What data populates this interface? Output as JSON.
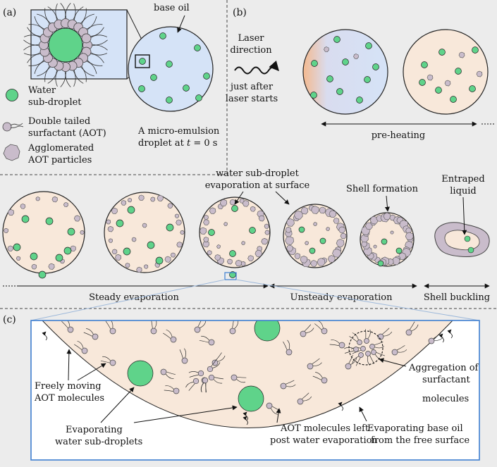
{
  "panels": {
    "a": "(a)",
    "b": "(b)",
    "c": "(c)"
  },
  "panel_a": {
    "base_oil": "base oil",
    "legend": [
      {
        "icon": "water-droplet-icon",
        "lines": [
          "Water",
          "sub-droplet"
        ]
      },
      {
        "icon": "surfactant-icon",
        "lines": [
          "Double tailed",
          "surfactant (AOT)"
        ]
      },
      {
        "icon": "agglomerate-icon",
        "lines": [
          "Agglomerated",
          "AOT particles"
        ]
      }
    ],
    "caption_line1": "A micro-emulsion",
    "caption_line2_prefix": "droplet at ",
    "caption_t": "t",
    "caption_line2_suffix": " = 0 s"
  },
  "panel_b": {
    "laser_line1": "Laser",
    "laser_line2": "direction",
    "just_after_line1": "just after",
    "just_after_line2": "laser starts",
    "preheating": "pre-heating"
  },
  "row2": {
    "water_evap_line1": "water sub-droplet",
    "water_evap_line2": "evaporation at surface",
    "shell_formation": "Shell formation",
    "entraped_line1": "Entraped",
    "entraped_line2": "liquid",
    "steady": "Steady evaporation",
    "unsteady": "Unsteady evaporation",
    "buckling": "Shell buckling"
  },
  "panel_c": {
    "freely_line1": "Freely moving",
    "freely_line2": "AOT molecules",
    "evap_water_line1": "Evaporating",
    "evap_water_line2": "water sub-droplets",
    "aot_left_line1": "AOT molecules left",
    "aot_left_line2": "post water evaporation",
    "aggregation_line1": "Aggregation of",
    "aggregation_line2": "surfactant",
    "aggregation_line3": "molecules",
    "base_oil_line1": "Evaporating base oil",
    "base_oil_line2": "from the free surface"
  },
  "colors": {
    "background": "#ececec",
    "base_oil_blue": "#d5e3f7",
    "heated_peach": "#f8e8da",
    "water_green": "#5fd38a",
    "surfactant_mauve": "#c9bccb",
    "frame_blue": "#3d7fd1"
  }
}
